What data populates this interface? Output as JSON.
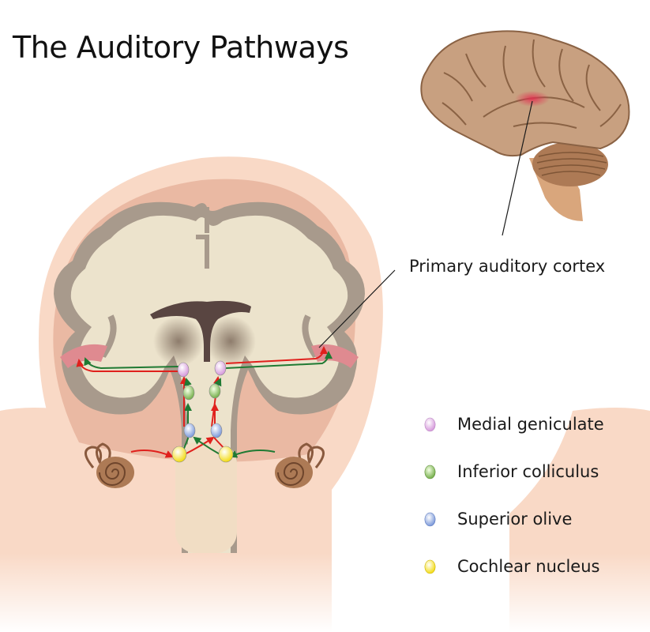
{
  "title": "The Auditory Pathways",
  "annotation": {
    "primary_auditory_cortex": "Primary auditory cortex"
  },
  "legend": [
    {
      "label": "Medial geniculate",
      "icon": "medial-geniculate-dot",
      "color": "#e8b5e8"
    },
    {
      "label": "Inferior colliculus",
      "icon": "inferior-colliculus-dot",
      "color": "#8fc060"
    },
    {
      "label": "Superior olive",
      "icon": "superior-olive-dot",
      "color": "#8fa8e0"
    },
    {
      "label": "Cochlear nucleus",
      "icon": "cochlear-nucleus-dot",
      "color": "#f2e020"
    }
  ],
  "colors": {
    "skin": "#f9d9c6",
    "skull": "#eab9a3",
    "cortex_gray": "#a89a8c",
    "white_matter": "#ece3cc",
    "brain_lateral": "#c8a080",
    "cerebellum": "#ad7a55",
    "ventricle": "#594541",
    "auditory_cortex": "#df8a90",
    "pathway_red": "#e0201c",
    "pathway_green": "#1f7a33"
  }
}
